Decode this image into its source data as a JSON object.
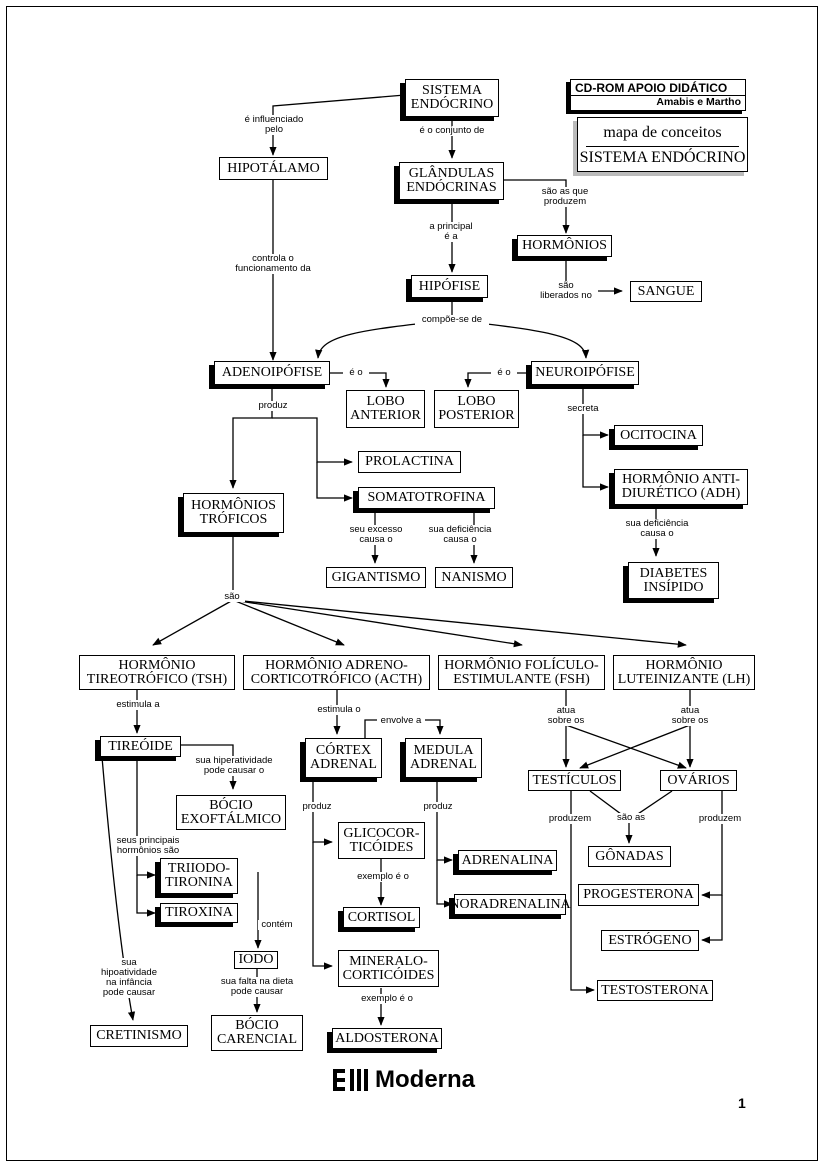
{
  "brand": {
    "product": "CD-ROM APOIO DIDÁTICO",
    "authors": "Amabis e Martho"
  },
  "map_title": {
    "line1": "mapa de conceitos",
    "line2": "SISTEMA ENDÓCRINO"
  },
  "logo": {
    "name": "Moderna"
  },
  "page_number": "1",
  "nodes": {
    "sistema_endocrino": "SISTEMA\nENDÓCRINO",
    "hipotalamo": "HIPOTÁLAMO",
    "glandulas_endocrinas": "GLÂNDULAS\nENDÓCRINAS",
    "hormonios": "HORMÔNIOS",
    "sangue": "SANGUE",
    "hipofise": "HIPÓFISE",
    "adenoipofise": "ADENOIPÓFISE",
    "lobo_anterior": "LOBO\nANTERIOR",
    "lobo_posterior": "LOBO\nPOSTERIOR",
    "neuroipofise": "NEUROIPÓFISE",
    "ocitocina": "OCITOCINA",
    "adh": "HORMÔNIO ANTI-\nDIURÉTICO (ADH)",
    "diabetes_insipido": "DIABETES\nINSÍPIDO",
    "prolactina": "PROLACTINA",
    "somatotrofina": "SOMATOTROFINA",
    "hormonios_troficos": "HORMÔNIOS\nTRÓFICOS",
    "gigantismo": "GIGANTISMO",
    "nanismo": "NANISMO",
    "tsh": "HORMÔNIO\nTIREOTRÓFICO (TSH)",
    "acth": "HORMÔNIO ADRENO-\nCORTICOTRÓFICO (ACTH)",
    "fsh": "HORMÔNIO FOLÍCULO-\nESTIMULANTE (FSH)",
    "lh": "HORMÔNIO\nLUTEINIZANTE (LH)",
    "tireoide": "TIREÓIDE",
    "bocio_exoftalmico": "BÓCIO\nEXOFTÁLMICO",
    "triiodotironina": "TRIIODO-\nTIRONINA",
    "tiroxina": "TIROXINA",
    "iodo": "IODO",
    "bocio_carencial": "BÓCIO\nCARENCIAL",
    "cretinismo": "CRETINISMO",
    "cortex_adrenal": "CÓRTEX\nADRENAL",
    "medula_adrenal": "MEDULA\nADRENAL",
    "glicocorticoides": "GLICOCOR-\nTICÓIDES",
    "cortisol": "CORTISOL",
    "mineralocorticoides": "MINERALO-\nCORTICÓIDES",
    "aldosterona": "ALDOSTERONA",
    "adrenalina": "ADRENALINA",
    "noradrenalina": "NORADRENALINA",
    "testiculos": "TESTÍCULOS",
    "ovarios": "OVÁRIOS",
    "gonadas": "GÔNADAS",
    "progesterona": "PROGESTERONA",
    "estrogeno": "ESTRÓGENO",
    "testosterona": "TESTOSTERONA"
  },
  "links": {
    "e_influenciado_pelo": "é influenciado\npelo",
    "e_o_conjunto_de": "é o conjunto de",
    "controla_o_funcionamento_da": "controla o\nfuncionamento da",
    "sao_as_que_produzem": "são as que\nproduzem",
    "a_principal_e_a": "a principal\né a",
    "sao_liberados_no": "são\nliberados no",
    "compoe_se_de": "compõe-se de",
    "e_o_left": "é o",
    "e_o_right": "é o",
    "produz_adeno": "produz",
    "secreta": "secreta",
    "sua_deficiencia_causa_o_adh": "sua deficiência\ncausa o",
    "seu_excesso_causa_o": "seu excesso\ncausa o",
    "sua_deficiencia_causa_o_soma": "sua deficiência\ncausa o",
    "sao": "são",
    "estimula_a": "estimula a",
    "estimula_o": "estimula o",
    "envolve_a": "envolve a",
    "atua_sobre_os_fsh": "atua\nsobre os",
    "atua_sobre_os_lh": "atua\nsobre os",
    "sua_hiperatividade": "sua hiperatividade\npode causar o",
    "seus_principais_hormonios_sao": "seus principais\nhormônios são",
    "contem": "contém",
    "sua_falta_na_dieta": "sua falta na dieta\npode causar",
    "sua_hipoatividade": "sua\nhipoatividade\nna infância\npode causar",
    "produz_cortex": "produz",
    "produz_medula": "produz",
    "exemplo_e_o_1": "exemplo é o",
    "exemplo_e_o_2": "exemplo é o",
    "sao_as": "são as",
    "produzem_testiculos": "produzem",
    "produzem_ovarios": "produzem"
  }
}
